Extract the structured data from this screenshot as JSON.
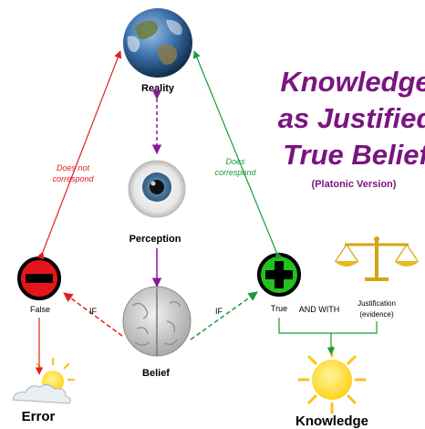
{
  "title": {
    "line1": "Knowledge",
    "line2": "as Justified",
    "line3": "True Belief",
    "subtitle": "(Platonic Version)"
  },
  "nodes": {
    "reality": "Reality",
    "perception": "Perception",
    "belief": "Belief",
    "false": "False",
    "true": "True",
    "error": "Error",
    "knowledge": "Knowledge",
    "justification_line1": "Justification",
    "justification_line2": "(evidence)"
  },
  "edges": {
    "does_not_line1": "Does not",
    "does_not_line2": "correspond",
    "does_line1": "Does",
    "does_line2": "correspond",
    "if_left": "IF",
    "if_right": "IF",
    "and_with": "AND WITH"
  },
  "colors": {
    "title_purple": "#7a1580",
    "subtitle_purple": "#7a1580",
    "red": "#e02020",
    "green": "#1a9a3a",
    "purple_arrow": "#8a1a9a",
    "false_node": "#e8141c",
    "true_node": "#22c21c"
  },
  "icons": [
    "earth-icon",
    "eye-icon",
    "brain-icon",
    "minus-icon",
    "plus-icon",
    "scales-icon",
    "cloudy-sun-icon",
    "sun-icon"
  ]
}
